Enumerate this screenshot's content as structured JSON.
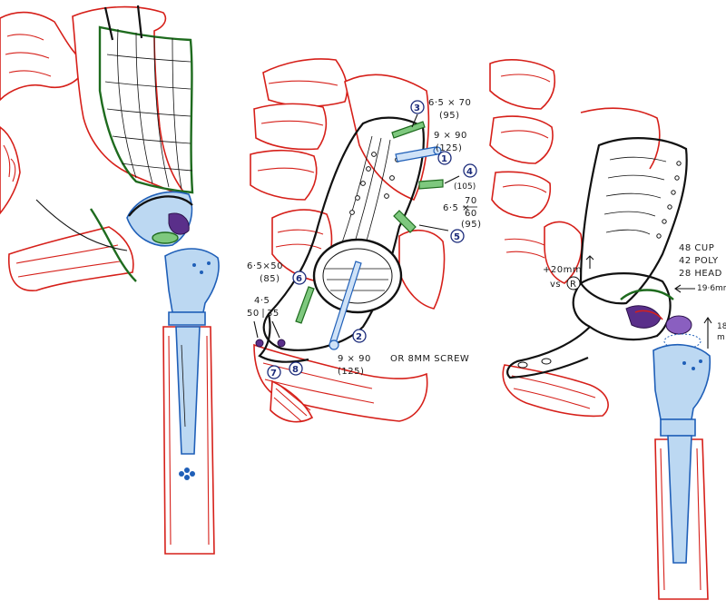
{
  "panel_2": {
    "screw_3": {
      "number": "3",
      "size": "6·5 × 70",
      "alt": "(95)"
    },
    "screw_1": {
      "number": "1",
      "size": "9 × 90",
      "alt": "(125)"
    },
    "screw_4": {
      "number": "4",
      "alt": "(105)"
    },
    "screw_5": {
      "number": "5",
      "size_a": "6·5 ×",
      "alt_a": "70",
      "alt_b": "60",
      "alt_c": "(95)"
    },
    "screw_6": {
      "number": "6",
      "size": "6·5×50",
      "alt": "(85)"
    },
    "screw_78": {
      "size": "4·5",
      "left": "50",
      "right": "35",
      "num_7": "7",
      "num_8": "8"
    },
    "screw_2": {
      "number": "2",
      "size": "9 × 90",
      "alt": "(125)",
      "note": "OR  8MM SCREW"
    }
  },
  "panel_3": {
    "spec_cup": "48 CUP",
    "spec_poly": "42 POLY",
    "spec_head": "28 HEAD",
    "offset": "+20mm",
    "vs": "vs",
    "side": "R",
    "measure_1": "19·6mm",
    "measure_2a": "18",
    "measure_2b": "m"
  },
  "colors": {
    "bone": "#d6201a",
    "ink": "#111111",
    "cage": "#1e6b1e",
    "implant": "#1f5fb8",
    "liner": "#5a2f8a",
    "label_circle": "#1a2a7a"
  }
}
